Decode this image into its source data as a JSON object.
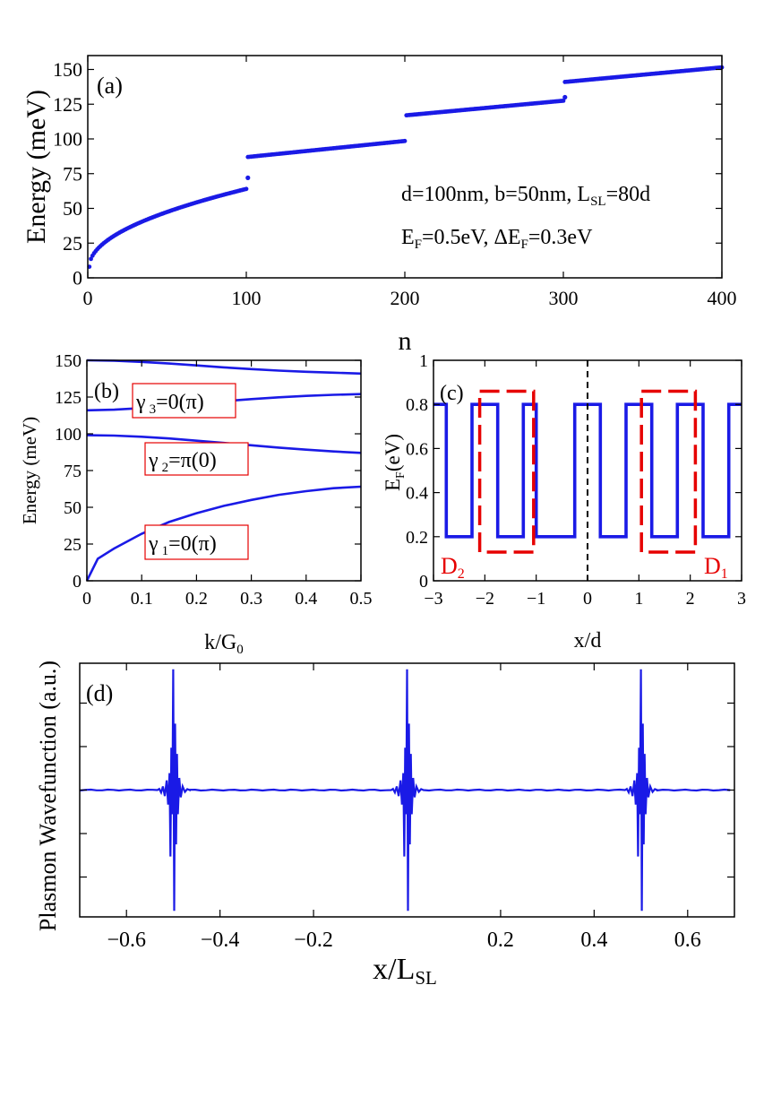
{
  "colors": {
    "series": "#1a1ae6",
    "highlight": "#e60000",
    "axis": "#000000"
  },
  "chart_data": [
    {
      "id": "a",
      "type": "scatter",
      "panel_label": "(a)",
      "ylabel": "Energy (meV)",
      "xlabel": "n",
      "xlim": [
        0,
        400
      ],
      "ylim": [
        0,
        160
      ],
      "xticks": [
        0,
        100,
        200,
        300,
        400
      ],
      "yticks": [
        0,
        25,
        50,
        75,
        100,
        125,
        150
      ],
      "annotation_params": {
        "d": "d=100nm, b=50nm, L",
        "lsl_sub": "SL",
        "lsl_val": "=80d"
      },
      "annotation_fermi": {
        "ef": "E",
        "ef_sub": "F",
        "ef_val": "=0.5eV, ΔE",
        "def_sub": "F",
        "def_val": "=0.3eV"
      },
      "bands": [
        {
          "n_range": [
            1,
            100
          ],
          "e_start": 8,
          "e_end": 64,
          "shape": "sqrt"
        },
        {
          "n_range": [
            101,
            200
          ],
          "e_start": 87,
          "e_end": 98.5,
          "shape": "linear"
        },
        {
          "n_range": [
            201,
            300
          ],
          "e_start": 117,
          "e_end": 127.5,
          "shape": "linear"
        },
        {
          "n_range": [
            301,
            400
          ],
          "e_start": 141,
          "e_end": 151.5,
          "shape": "linear"
        }
      ],
      "edge_states": [
        {
          "n": 101,
          "e": 72
        },
        {
          "n": 301,
          "e": 130
        }
      ]
    },
    {
      "id": "b",
      "type": "line",
      "panel_label": "(b)",
      "ylabel": "Energy (meV)",
      "xlabel": "k/G",
      "xlabel_sub": "0",
      "xlim": [
        0,
        0.5
      ],
      "ylim": [
        0,
        150
      ],
      "xticks": [
        0,
        0.1,
        0.2,
        0.3,
        0.4,
        0.5
      ],
      "yticks": [
        0,
        25,
        50,
        75,
        100,
        125,
        150
      ],
      "bands": [
        {
          "k": [
            0,
            0.02,
            0.05,
            0.1,
            0.15,
            0.2,
            0.25,
            0.3,
            0.35,
            0.4,
            0.45,
            0.5
          ],
          "e": [
            0,
            15,
            22,
            32,
            40,
            46,
            51,
            55,
            58.5,
            61,
            63,
            64
          ]
        },
        {
          "k": [
            0,
            0.05,
            0.1,
            0.15,
            0.2,
            0.25,
            0.3,
            0.35,
            0.4,
            0.45,
            0.5
          ],
          "e": [
            99,
            98.8,
            98,
            96.8,
            95.3,
            93.8,
            92.2,
            90.6,
            89.2,
            88,
            87
          ]
        },
        {
          "k": [
            0,
            0.05,
            0.1,
            0.15,
            0.2,
            0.25,
            0.3,
            0.35,
            0.4,
            0.45,
            0.5
          ],
          "e": [
            116,
            116.4,
            117.5,
            119,
            120.6,
            122.2,
            123.6,
            124.8,
            125.8,
            126.5,
            127
          ]
        },
        {
          "k": [
            0,
            0.05,
            0.1,
            0.15,
            0.2,
            0.25,
            0.3,
            0.35,
            0.4,
            0.45,
            0.5
          ],
          "e": [
            150,
            149.7,
            148.9,
            147.8,
            146.5,
            145.2,
            144,
            143,
            142.2,
            141.6,
            141
          ]
        }
      ],
      "zak_labels": [
        {
          "name": "γ",
          "sub": "3",
          "val": "=0(π)"
        },
        {
          "name": "γ",
          "sub": "2",
          "val": "=π(0)"
        },
        {
          "name": "γ",
          "sub": "1",
          "val": "=0(π)"
        }
      ]
    },
    {
      "id": "c",
      "type": "line",
      "panel_label": "(c)",
      "ylabel": "E",
      "ylabel_sub": "F",
      "ylabel_unit": "(eV)",
      "xlabel": "x/d",
      "xlim": [
        -3,
        3
      ],
      "ylim": [
        0,
        1
      ],
      "xticks": [
        -3,
        -2,
        -1,
        0,
        1,
        2,
        3
      ],
      "yticks": [
        0,
        0.2,
        0.4,
        0.6,
        0.8,
        1
      ],
      "profile": {
        "high": 0.8,
        "low": 0.2,
        "high_intervals": [
          [
            -3,
            -2.75
          ],
          [
            -2.25,
            -1.75
          ],
          [
            -1.25,
            -1
          ],
          [
            -0.25,
            0.25
          ],
          [
            0.75,
            1.25
          ],
          [
            1.75,
            2.25
          ],
          [
            2.75,
            3
          ]
        ]
      },
      "domains": [
        {
          "name": "D",
          "sub": "2",
          "x_range": [
            -2.1,
            -1.05
          ],
          "y_range": [
            0.13,
            0.86
          ]
        },
        {
          "name": "D",
          "sub": "1",
          "x_range": [
            1.05,
            2.1
          ],
          "y_range": [
            0.13,
            0.86
          ]
        }
      ],
      "center_line_x": 0
    },
    {
      "id": "d",
      "type": "line",
      "panel_label": "(d)",
      "ylabel": "Plasmon Wavefunction (a.u.)",
      "xlabel": "x/L",
      "xlabel_sub": "SL",
      "xlim": [
        -0.7,
        0.7
      ],
      "ylim": [
        -1.05,
        1.05
      ],
      "xticks": [
        -0.6,
        -0.4,
        -0.2,
        0.2,
        0.4,
        0.6
      ],
      "localized_peaks_at": [
        -0.5,
        0,
        0.5
      ]
    }
  ]
}
